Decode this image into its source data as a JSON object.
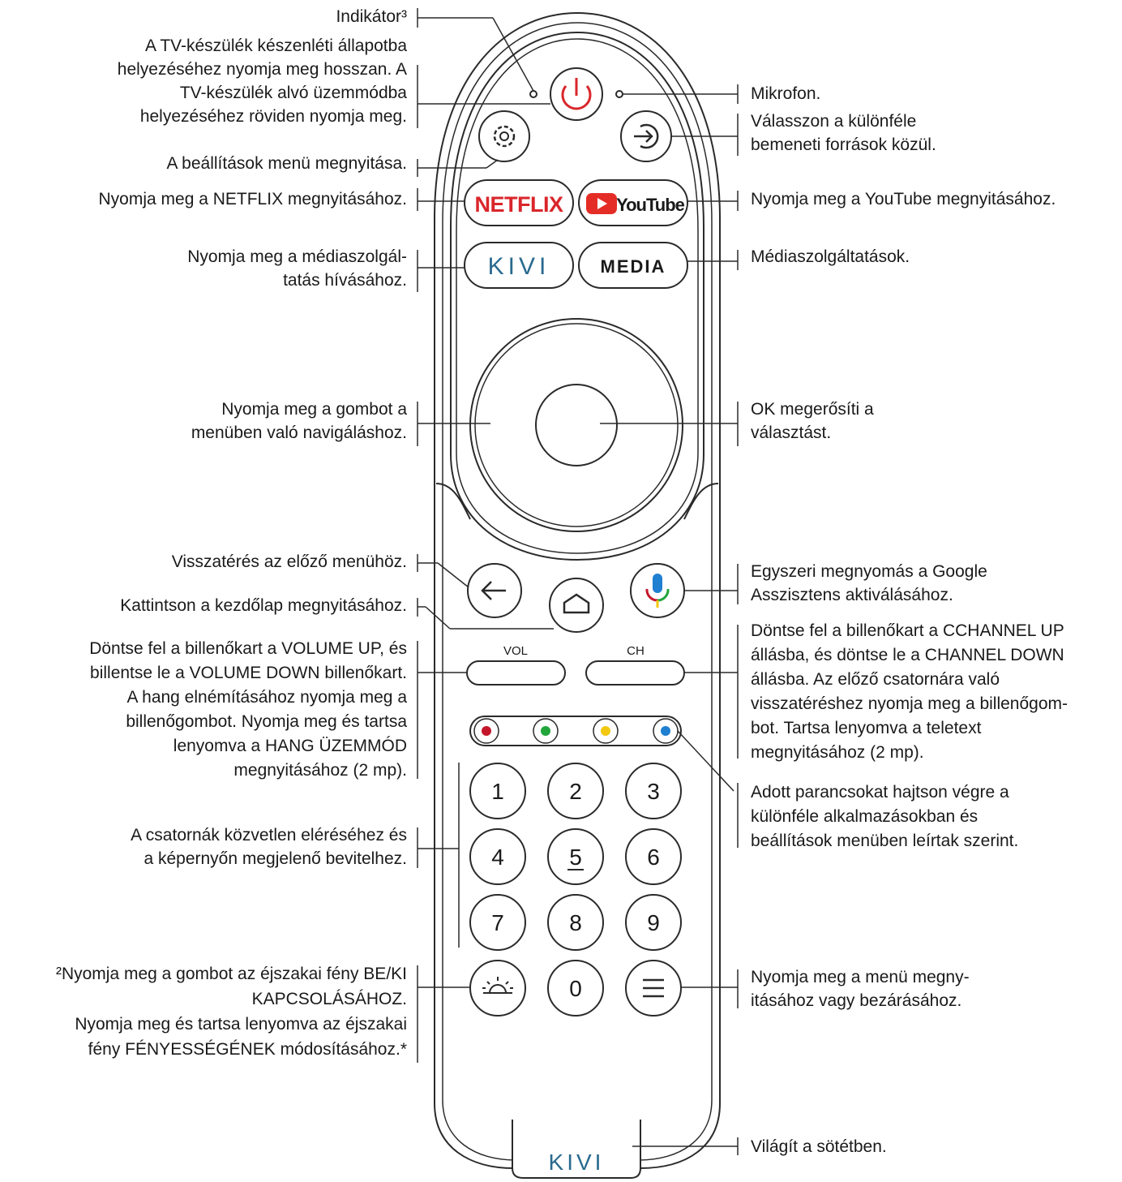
{
  "left_labels": {
    "indicator": "Indikátor³",
    "power": "A TV-készülék készenléti állapotba helyezéséhez nyomja meg hosszan. A TV-készülék alvó üzemmódba helyezéséhez röviden nyomja meg.",
    "power_lines": [
      "A TV-készülék készenléti állapotba",
      "helyezéséhez nyomja meg hosszan. A",
      "TV-készülék alvó üzemmódba",
      "helyezéséhez röviden nyomja meg."
    ],
    "settings": "A beállítások menü megnyitása.",
    "netflix": "Nyomja meg a NETFLIX megnyitásához.",
    "kivi_lines": [
      "Nyomja meg a médiaszolgál-",
      "tatás hívásához."
    ],
    "nav_lines": [
      "Nyomja meg a gombot a",
      "menüben való navigáláshoz."
    ],
    "back": "Visszatérés az előző menühöz.",
    "home": "Kattintson a kezdőlap megnyitásához.",
    "vol_lines": [
      "Döntse fel a billenőkart a VOLUME UP, és",
      "billentse le a VOLUME DOWN billenőkart.",
      "A hang elnémításához nyomja meg a",
      "billenőgombot. Nyomja meg és tartsa",
      "lenyomva a HANG ÜZEMMÓD",
      "megnyitásához (2 mp)."
    ],
    "numbers_lines": [
      "A csatornák közvetlen eléréséhez és",
      "a képernyőn megjelenő bevitelhez."
    ],
    "night_lines": [
      "²Nyomja meg a gombot az éjszakai fény BE/KI",
      "KAPCSOLÁSÁHOZ.",
      "Nyomja meg és tartsa lenyomva az éjszakai",
      "fény FÉNYESSÉGÉNEK módosításához.*"
    ]
  },
  "right_labels": {
    "mic": "Mikrofon.",
    "input_lines": [
      "Válasszon a különféle",
      "bemeneti források közül."
    ],
    "youtube": "Nyomja meg a YouTube megnyitásához.",
    "media": "Médiaszolgáltatások.",
    "ok_lines": [
      "OK megerősíti a",
      "választást."
    ],
    "google_lines": [
      "Egyszeri megnyomás a Google",
      "Asszisztens aktiválásához."
    ],
    "ch_lines": [
      "Döntse fel a billenőkart a CCHANNEL UP",
      "állásba, és döntse le a CHANNEL DOWN",
      "állásba. Az előző csatornára való",
      "visszatéréshez nyomja meg a billenőgom-",
      "bot. Tartsa lenyomva a teletext",
      "megnyitásához (2 mp)."
    ],
    "color_lines": [
      "Adott parancsokat hajtson végre a",
      "különféle alkalmazásokban és",
      "beállítások menüben leírtak szerint."
    ],
    "menu_lines": [
      "Nyomja meg a menü megny-",
      "itásához vagy bezárásához."
    ],
    "glow": "Világít a sötétben."
  },
  "buttons": {
    "netflix": "NETFLIX",
    "youtube": "YouTube",
    "kivi": "KIVI",
    "media": "MEDIA",
    "vol": "VOL",
    "ch": "CH",
    "digits": [
      "1",
      "2",
      "3",
      "4",
      "5",
      "6",
      "7",
      "8",
      "9",
      "0"
    ],
    "bottom_logo": "KIVI"
  },
  "colors": {
    "power_red": "#d9262b",
    "netflix_red": "#d9262b",
    "youtube_red": "#e52d27",
    "kivi_blue": "#2a6a8f",
    "color_red": "#c4162a",
    "color_green": "#22a53a",
    "color_yellow": "#f2c811",
    "color_blue": "#1f7fd0"
  }
}
